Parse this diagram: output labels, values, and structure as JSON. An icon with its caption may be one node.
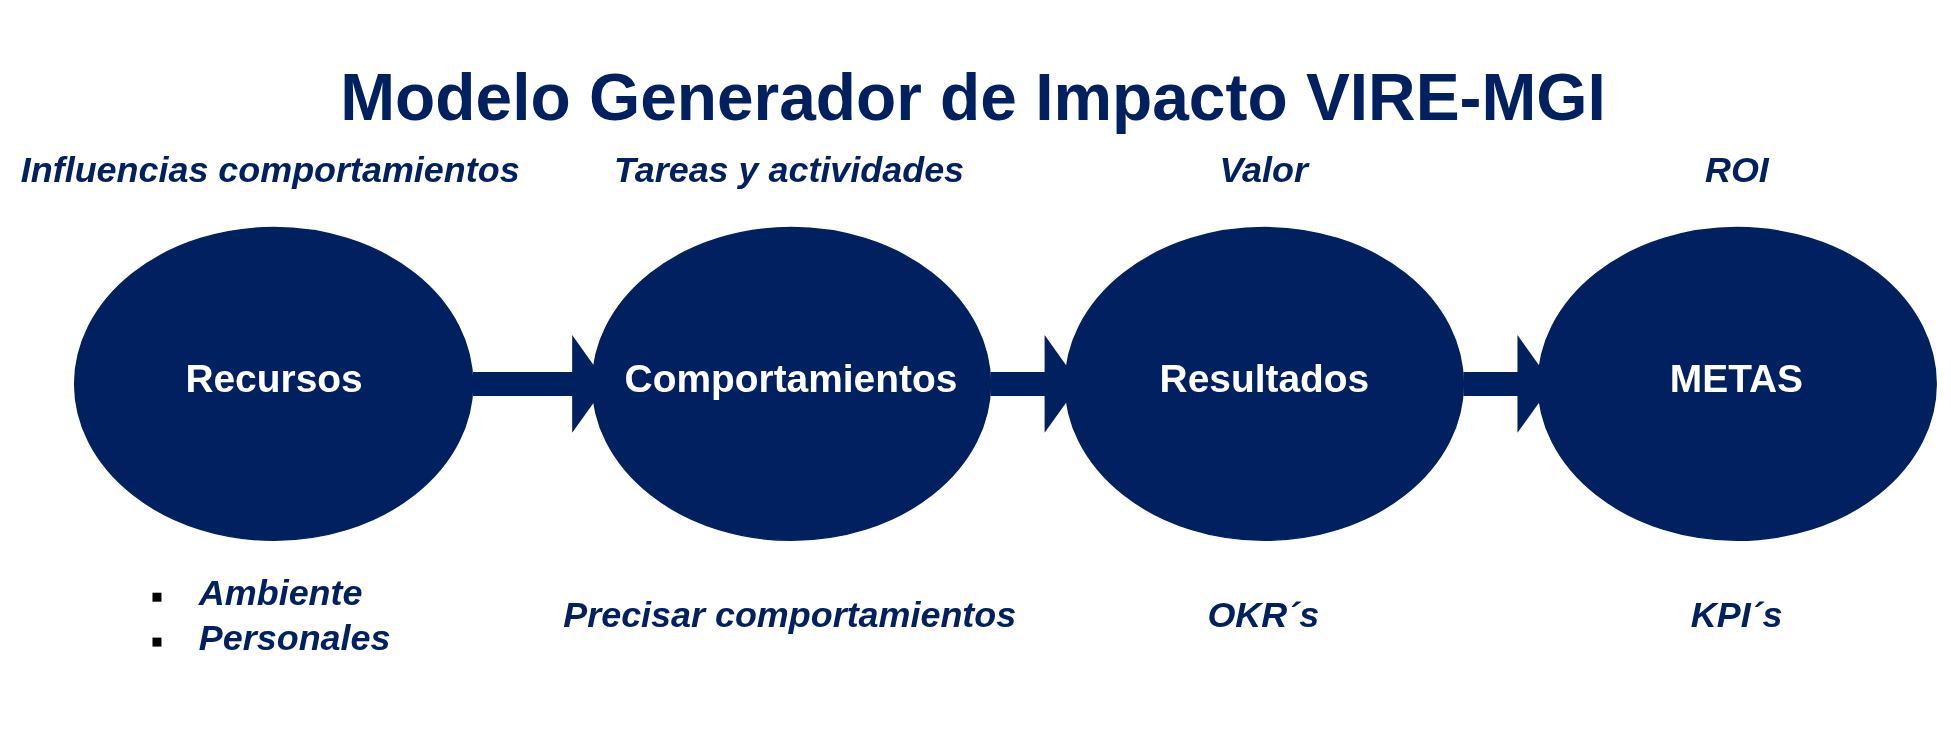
{
  "diagram": {
    "title": "Modelo Generador de Impacto VIRE-MGI",
    "nodes": [
      {
        "text": [
          "Recursos"
        ],
        "beside": [
          "Influencias comportamientos",
          "Ambiente",
          "Personales"
        ]
      },
      {
        "text": [
          "Comportamientos"
        ],
        "beside": [
          "Tareas y actividades",
          "Precisar comportamientos"
        ]
      },
      {
        "text": [
          "Resultados"
        ],
        "beside": [
          "Valor",
          "OKR´s"
        ]
      },
      {
        "text": [
          "METAS"
        ],
        "beside": [
          "ROI",
          "KPI´s"
        ]
      }
    ],
    "edges": [
      {
        "from": 0,
        "to": 1,
        "arrow": "to"
      },
      {
        "from": 1,
        "to": 2,
        "arrow": "to"
      },
      {
        "from": 2,
        "to": 3,
        "arrow": "to"
      }
    ]
  }
}
